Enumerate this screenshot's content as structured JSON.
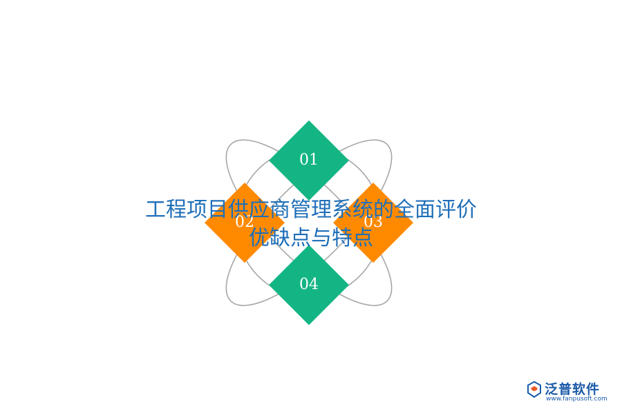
{
  "diagram": {
    "items": [
      {
        "label": "01",
        "color": "#14b584"
      },
      {
        "label": "02",
        "color": "#ff8a00"
      },
      {
        "label": "03",
        "color": "#ff8a00"
      },
      {
        "label": "04",
        "color": "#14b584"
      }
    ],
    "ring_color": "#a6a6a6"
  },
  "title": {
    "line1": "工程项目供应商管理系统的全面评价",
    "line2": "优缺点与特点",
    "color": "#1f6fb8"
  },
  "logo": {
    "name": "泛普软件",
    "url": "www.fanpusoft.com",
    "color": "#1a5aa8"
  }
}
